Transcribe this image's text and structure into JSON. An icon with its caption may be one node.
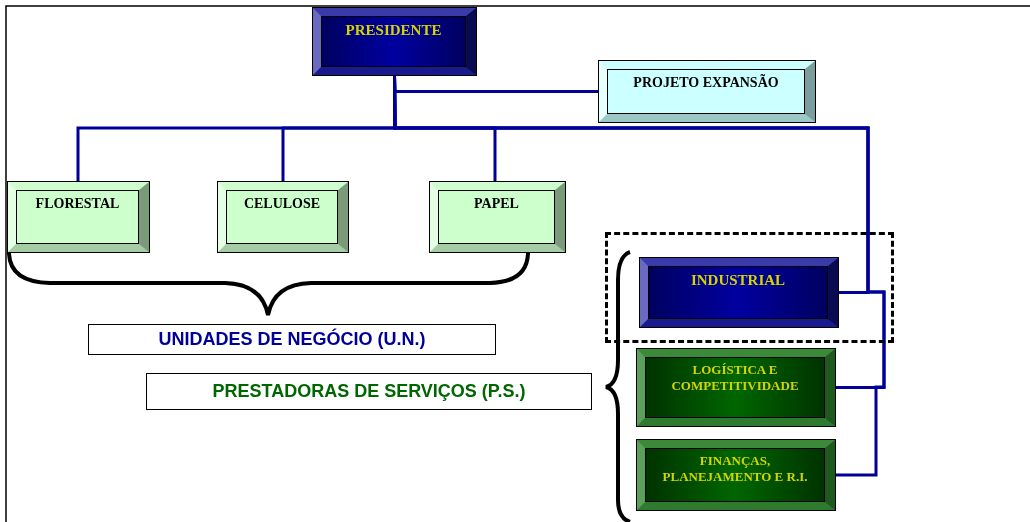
{
  "diagram": {
    "nodes": [
      {
        "text": [
          "PRESIDENTE"
        ]
      },
      {
        "text": [
          "PROJETO EXPANSÃO"
        ]
      },
      {
        "text": [
          "FLORESTAL"
        ]
      },
      {
        "text": [
          "CELULOSE"
        ]
      },
      {
        "text": [
          "PAPEL"
        ]
      },
      {
        "text": [],
        "shape": "box"
      },
      {
        "text": [
          "INDUSTRIAL"
        ],
        "in": 5
      },
      {
        "text": [
          "LOGÍSTICA E COMPETITIVIDADE"
        ]
      },
      {
        "text": [
          "FINANÇAS, PLANEJAMENTO E R.I."
        ]
      },
      {
        "text": [
          "UNIDADES DE NEGÓCIO (U.N.)"
        ]
      },
      {
        "text": [
          "PRESTADORAS DE SERVIÇOS (P.S.)"
        ]
      }
    ],
    "edges": [
      {
        "from": 0,
        "to": 1,
        "arrow": "none"
      },
      {
        "from": 0,
        "to": 2,
        "arrow": "none"
      },
      {
        "from": 0,
        "to": 3,
        "arrow": "none"
      },
      {
        "from": 0,
        "to": 4,
        "arrow": "none"
      },
      {
        "from": 0,
        "to": 6,
        "arrow": "none"
      },
      {
        "from": 0,
        "to": 7,
        "arrow": "none"
      },
      {
        "from": 0,
        "to": 8,
        "arrow": "none"
      }
    ]
  }
}
